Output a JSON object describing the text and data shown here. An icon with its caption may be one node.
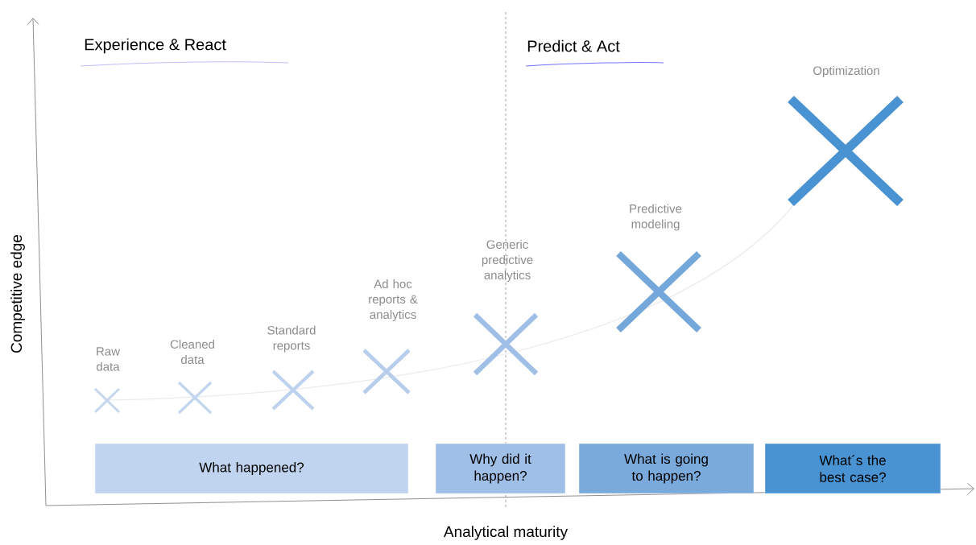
{
  "diagram": {
    "nodes": [
      {
        "text": [
          "What happened?"
        ]
      },
      {
        "text": [
          "Why did it happen?"
        ]
      },
      {
        "text": [
          "What is going to happen?"
        ]
      },
      {
        "text": [
          "What´s the best case?"
        ]
      }
    ],
    "labels": [
      "Experience & React",
      "Predict & Act",
      "Optimization",
      "Predictive modeling",
      "Generic predictive analytics",
      "Ad hoc reports & analytics",
      "Standard reports",
      "Cleaned data",
      "Raw data",
      "Competitive edge",
      "Analytical maturity"
    ]
  }
}
